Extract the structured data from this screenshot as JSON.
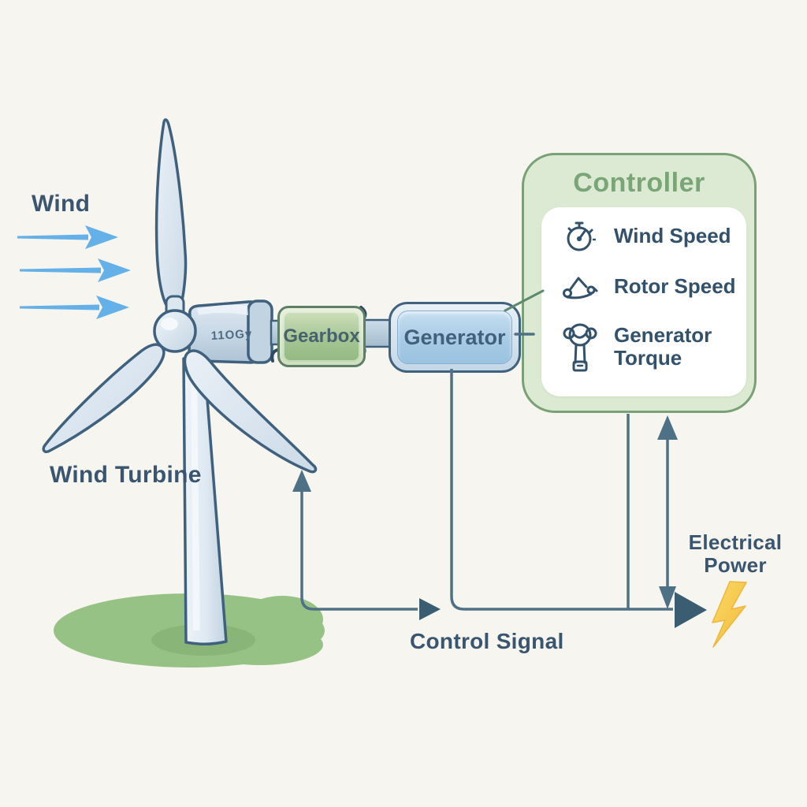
{
  "labels": {
    "wind": "Wind",
    "wind_turbine": "Wind Turbine",
    "control_signal": "Control Signal",
    "electrical_power_1": "Electrical",
    "electrical_power_2": "Power"
  },
  "nacelle_marking": "11OGy",
  "blocks": {
    "gearbox": {
      "label": "Gearbox"
    },
    "generator": {
      "label": "Generator"
    },
    "controller": {
      "title": "Controller",
      "inputs": [
        {
          "icon": "gauge-icon",
          "label": "Wind Speed"
        },
        {
          "icon": "rotor-speed-icon",
          "label": "Rotor Speed"
        },
        {
          "icon": "generator-torque-icon",
          "label": "Generator Torque"
        }
      ]
    }
  },
  "colors": {
    "background": "#f7f5ef",
    "label_text": "#3a556f",
    "controller_green": "#7aa577",
    "controller_fill": "#dcead3",
    "gearbox_green": "#9dc18d",
    "generator_blue": "#a5c9e4",
    "wind_arrow_blue": "#64b0e8",
    "signal_line": "#4e7186",
    "arrowhead_dark": "#3a5d72",
    "ground_green": "#97c286",
    "lightning_yellow": "#f5c544"
  }
}
